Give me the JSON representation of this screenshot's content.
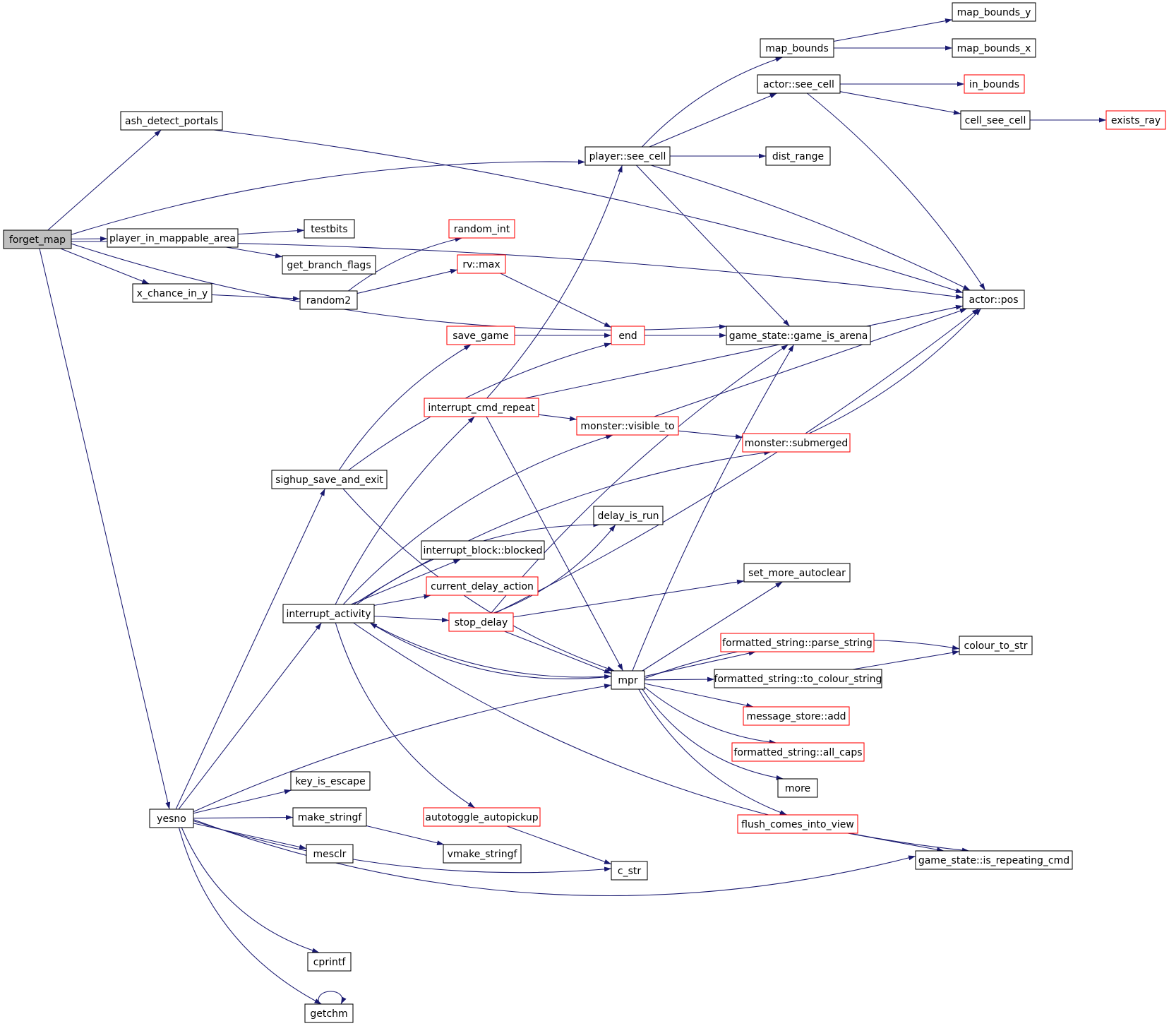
{
  "diagram": {
    "type": "call-graph",
    "colors": {
      "edge": "#191970",
      "node_border": "#000000",
      "node_border_incomplete": "#ff0000",
      "root_fill": "#bfbfbf",
      "node_fill": "#ffffff"
    },
    "nodes": [
      {
        "id": "forget_map",
        "label": "forget_map",
        "root": true
      },
      {
        "id": "ash_detect_portals",
        "label": "ash_detect_portals"
      },
      {
        "id": "player_in_mappable_area",
        "label": "player_in_mappable_area"
      },
      {
        "id": "x_chance_in_y",
        "label": "x_chance_in_y"
      },
      {
        "id": "yesno",
        "label": "yesno"
      },
      {
        "id": "testbits",
        "label": "testbits"
      },
      {
        "id": "get_branch_flags",
        "label": "get_branch_flags"
      },
      {
        "id": "random2",
        "label": "random2"
      },
      {
        "id": "random_int",
        "label": "random_int",
        "incomplete": true
      },
      {
        "id": "rv_max",
        "label": "rv::max",
        "incomplete": true
      },
      {
        "id": "save_game",
        "label": "save_game",
        "incomplete": true
      },
      {
        "id": "end",
        "label": "end",
        "incomplete": true
      },
      {
        "id": "interrupt_cmd_repeat",
        "label": "interrupt_cmd_repeat",
        "incomplete": true
      },
      {
        "id": "monster_visible_to",
        "label": "monster::visible_to",
        "incomplete": true
      },
      {
        "id": "sighup_save_and_exit",
        "label": "sighup_save_and_exit"
      },
      {
        "id": "delay_is_run",
        "label": "delay_is_run"
      },
      {
        "id": "interrupt_block_blocked",
        "label": "interrupt_block::blocked"
      },
      {
        "id": "current_delay_action",
        "label": "current_delay_action",
        "incomplete": true
      },
      {
        "id": "interrupt_activity",
        "label": "interrupt_activity"
      },
      {
        "id": "stop_delay",
        "label": "stop_delay",
        "incomplete": true
      },
      {
        "id": "mpr",
        "label": "mpr"
      },
      {
        "id": "key_is_escape",
        "label": "key_is_escape"
      },
      {
        "id": "make_stringf",
        "label": "make_stringf"
      },
      {
        "id": "mesclr",
        "label": "mesclr"
      },
      {
        "id": "autotoggle_autopickup",
        "label": "autotoggle_autopickup",
        "incomplete": true
      },
      {
        "id": "vmake_stringf",
        "label": "vmake_stringf"
      },
      {
        "id": "c_str",
        "label": "c_str"
      },
      {
        "id": "cprintf",
        "label": "cprintf"
      },
      {
        "id": "getchm",
        "label": "getchm"
      },
      {
        "id": "player_see_cell",
        "label": "player::see_cell"
      },
      {
        "id": "map_bounds",
        "label": "map_bounds"
      },
      {
        "id": "actor_see_cell",
        "label": "actor::see_cell"
      },
      {
        "id": "dist_range",
        "label": "dist_range"
      },
      {
        "id": "game_is_arena",
        "label": "game_state::game_is_arena"
      },
      {
        "id": "monster_submerged",
        "label": "monster::submerged",
        "incomplete": true
      },
      {
        "id": "set_more_autoclear",
        "label": "set_more_autoclear"
      },
      {
        "id": "parse_string",
        "label": "formatted_string::parse_string",
        "incomplete": true
      },
      {
        "id": "to_colour_string",
        "label": "formatted_string::to_colour_string"
      },
      {
        "id": "message_store_add",
        "label": "message_store::add",
        "incomplete": true
      },
      {
        "id": "all_caps",
        "label": "formatted_string::all_caps",
        "incomplete": true
      },
      {
        "id": "more",
        "label": "more"
      },
      {
        "id": "flush_comes_into_view",
        "label": "flush_comes_into_view",
        "incomplete": true
      },
      {
        "id": "is_repeating_cmd",
        "label": "game_state::is_repeating_cmd"
      },
      {
        "id": "map_bounds_y",
        "label": "map_bounds_y"
      },
      {
        "id": "map_bounds_x",
        "label": "map_bounds_x"
      },
      {
        "id": "in_bounds",
        "label": "in_bounds",
        "incomplete": true
      },
      {
        "id": "cell_see_cell",
        "label": "cell_see_cell"
      },
      {
        "id": "actor_pos",
        "label": "actor::pos"
      },
      {
        "id": "colour_to_str",
        "label": "colour_to_str"
      },
      {
        "id": "exists_ray",
        "label": "exists_ray",
        "incomplete": true
      }
    ],
    "edges": [
      [
        "forget_map",
        "ash_detect_portals"
      ],
      [
        "forget_map",
        "player_see_cell"
      ],
      [
        "forget_map",
        "actor_pos"
      ],
      [
        "forget_map",
        "player_in_mappable_area"
      ],
      [
        "forget_map",
        "x_chance_in_y"
      ],
      [
        "forget_map",
        "game_is_arena"
      ],
      [
        "forget_map",
        "yesno"
      ],
      [
        "ash_detect_portals",
        "actor_pos"
      ],
      [
        "player_in_mappable_area",
        "testbits"
      ],
      [
        "player_in_mappable_area",
        "get_branch_flags"
      ],
      [
        "x_chance_in_y",
        "random2"
      ],
      [
        "random2",
        "random_int"
      ],
      [
        "random2",
        "rv_max"
      ],
      [
        "rv_max",
        "end"
      ],
      [
        "save_game",
        "end"
      ],
      [
        "end",
        "game_is_arena"
      ],
      [
        "player_see_cell",
        "map_bounds"
      ],
      [
        "player_see_cell",
        "actor_see_cell"
      ],
      [
        "player_see_cell",
        "dist_range"
      ],
      [
        "player_see_cell",
        "actor_pos"
      ],
      [
        "player_see_cell",
        "game_is_arena"
      ],
      [
        "map_bounds",
        "map_bounds_y"
      ],
      [
        "map_bounds",
        "map_bounds_x"
      ],
      [
        "actor_see_cell",
        "in_bounds"
      ],
      [
        "actor_see_cell",
        "cell_see_cell"
      ],
      [
        "actor_see_cell",
        "actor_pos"
      ],
      [
        "cell_see_cell",
        "exists_ray"
      ],
      [
        "interrupt_cmd_repeat",
        "player_see_cell"
      ],
      [
        "interrupt_cmd_repeat",
        "actor_pos"
      ],
      [
        "interrupt_cmd_repeat",
        "monster_visible_to"
      ],
      [
        "interrupt_cmd_repeat",
        "mpr"
      ],
      [
        "monster_visible_to",
        "actor_pos"
      ],
      [
        "monster_visible_to",
        "monster_submerged"
      ],
      [
        "monster_submerged",
        "actor_pos"
      ],
      [
        "sighup_save_and_exit",
        "save_game"
      ],
      [
        "sighup_save_and_exit",
        "end"
      ],
      [
        "sighup_save_and_exit",
        "mpr"
      ],
      [
        "interrupt_activity",
        "interrupt_cmd_repeat"
      ],
      [
        "interrupt_activity",
        "monster_visible_to"
      ],
      [
        "interrupt_activity",
        "monster_submerged"
      ],
      [
        "interrupt_activity",
        "delay_is_run"
      ],
      [
        "interrupt_activity",
        "interrupt_block_blocked"
      ],
      [
        "interrupt_activity",
        "current_delay_action"
      ],
      [
        "interrupt_activity",
        "stop_delay"
      ],
      [
        "interrupt_activity",
        "mpr"
      ],
      [
        "interrupt_activity",
        "autotoggle_autopickup"
      ],
      [
        "interrupt_activity",
        "is_repeating_cmd"
      ],
      [
        "stop_delay",
        "delay_is_run"
      ],
      [
        "stop_delay",
        "game_is_arena"
      ],
      [
        "stop_delay",
        "set_more_autoclear"
      ],
      [
        "stop_delay",
        "actor_pos"
      ],
      [
        "stop_delay",
        "mpr"
      ],
      [
        "mpr",
        "interrupt_activity"
      ],
      [
        "mpr",
        "game_is_arena"
      ],
      [
        "mpr",
        "set_more_autoclear"
      ],
      [
        "mpr",
        "colour_to_str"
      ],
      [
        "mpr",
        "parse_string"
      ],
      [
        "mpr",
        "to_colour_string"
      ],
      [
        "mpr",
        "message_store_add"
      ],
      [
        "mpr",
        "all_caps"
      ],
      [
        "mpr",
        "more"
      ],
      [
        "mpr",
        "flush_comes_into_view"
      ],
      [
        "to_colour_string",
        "colour_to_str"
      ],
      [
        "flush_comes_into_view",
        "is_repeating_cmd"
      ],
      [
        "autotoggle_autopickup",
        "c_str"
      ],
      [
        "make_stringf",
        "vmake_stringf"
      ],
      [
        "yesno",
        "sighup_save_and_exit"
      ],
      [
        "yesno",
        "interrupt_activity"
      ],
      [
        "yesno",
        "mpr"
      ],
      [
        "yesno",
        "key_is_escape"
      ],
      [
        "yesno",
        "make_stringf"
      ],
      [
        "yesno",
        "mesclr"
      ],
      [
        "yesno",
        "c_str"
      ],
      [
        "yesno",
        "is_repeating_cmd"
      ],
      [
        "yesno",
        "cprintf"
      ],
      [
        "yesno",
        "getchm"
      ],
      [
        "getchm",
        "getchm"
      ]
    ]
  }
}
